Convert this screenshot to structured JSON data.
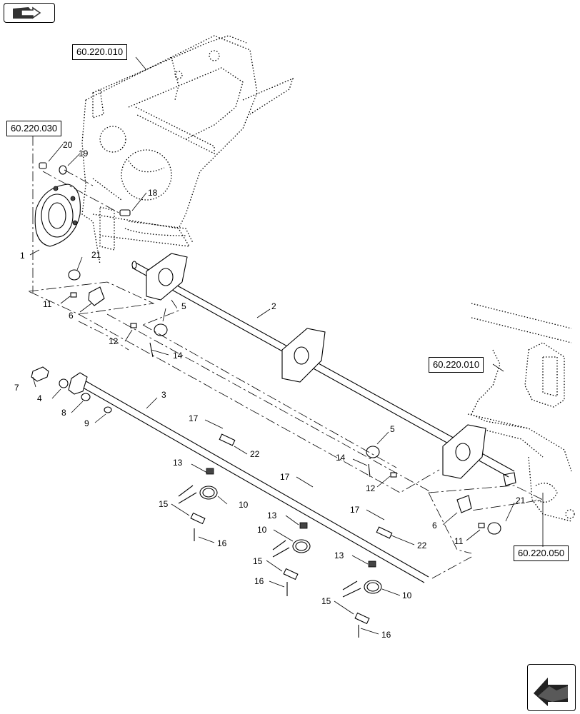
{
  "references": [
    {
      "id": "ref-top",
      "text": "60.220.010"
    },
    {
      "id": "ref-left",
      "text": "60.220.030"
    },
    {
      "id": "ref-right",
      "text": "60.220.010"
    },
    {
      "id": "ref-bottom",
      "text": "60.220.050"
    }
  ],
  "callouts": {
    "c1": "1",
    "c2": "2",
    "c3": "3",
    "c4": "4",
    "c5a": "5",
    "c5b": "5",
    "c6a": "6",
    "c6b": "6",
    "c7": "7",
    "c8": "8",
    "c9": "9",
    "c10a": "10",
    "c10b": "10",
    "c10c": "10",
    "c11a": "11",
    "c11b": "11",
    "c12a": "12",
    "c12b": "12",
    "c13a": "13",
    "c13b": "13",
    "c13c": "13",
    "c14a": "14",
    "c14b": "14",
    "c15a": "15",
    "c15b": "15",
    "c15c": "15",
    "c16a": "16",
    "c16b": "16",
    "c16c": "16",
    "c17a": "17",
    "c17b": "17",
    "c17c": "17",
    "c18": "18",
    "c19": "19",
    "c20": "20",
    "c21a": "21",
    "c21b": "21",
    "c22a": "22",
    "c22b": "22"
  },
  "icons": {
    "top_nav": "folder-arrow-icon",
    "bottom_nav": "back-arrow-icon"
  }
}
